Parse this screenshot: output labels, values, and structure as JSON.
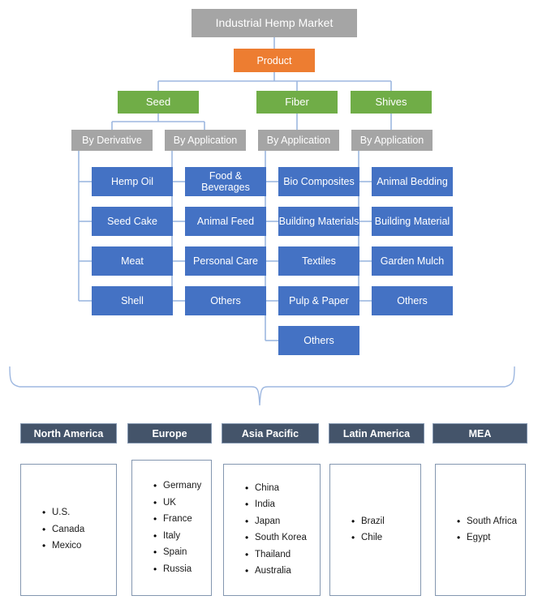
{
  "diagram": {
    "title": "Industrial Hemp Market",
    "root": {
      "label": "Industrial Hemp Market"
    },
    "product": {
      "label": "Product"
    },
    "categories": [
      {
        "label": "Seed"
      },
      {
        "label": "Fiber"
      },
      {
        "label": "Shives"
      }
    ],
    "segments": [
      {
        "label": "By Derivative"
      },
      {
        "label": "By Application"
      },
      {
        "label": "By Application"
      },
      {
        "label": "By Application"
      }
    ],
    "columns": [
      {
        "parent": "Seed",
        "segment": "By Derivative",
        "items": [
          {
            "label": "Hemp Oil"
          },
          {
            "label": "Seed Cake"
          },
          {
            "label": "Meat"
          },
          {
            "label": "Shell"
          }
        ]
      },
      {
        "parent": "Seed",
        "segment": "By Application",
        "items": [
          {
            "label": "Food & Beverages"
          },
          {
            "label": "Animal Feed"
          },
          {
            "label": "Personal Care"
          },
          {
            "label": "Others"
          }
        ]
      },
      {
        "parent": "Fiber",
        "segment": "By Application",
        "items": [
          {
            "label": "Bio Composites"
          },
          {
            "label": "Building Materials"
          },
          {
            "label": "Textiles"
          },
          {
            "label": "Pulp & Paper"
          },
          {
            "label": "Others"
          }
        ]
      },
      {
        "parent": "Shives",
        "segment": "By Application",
        "items": [
          {
            "label": "Animal Bedding"
          },
          {
            "label": "Building Material"
          },
          {
            "label": "Garden Mulch"
          },
          {
            "label": "Others"
          }
        ]
      }
    ],
    "regions": [
      {
        "name": "North America",
        "countries": [
          "U.S.",
          "Canada",
          "Mexico"
        ]
      },
      {
        "name": "Europe",
        "countries": [
          "Germany",
          "UK",
          "France",
          "Italy",
          "Spain",
          "Russia"
        ]
      },
      {
        "name": "Asia Pacific",
        "countries": [
          "China",
          "India",
          "Japan",
          "South Korea",
          "Thailand",
          "Australia"
        ]
      },
      {
        "name": "Latin America",
        "countries": [
          "Brazil",
          "Chile"
        ]
      },
      {
        "name": "MEA",
        "countries": [
          "South Africa",
          "Egypt"
        ]
      }
    ],
    "colors": {
      "root": "#A5A5A5",
      "product": "#ED7D31",
      "category": "#70AD47",
      "segment": "#A5A5A5",
      "leaf": "#4472C4",
      "region_header": "#44546A",
      "connector": "#9DB7E0",
      "panel_border": "#8497B0"
    }
  }
}
